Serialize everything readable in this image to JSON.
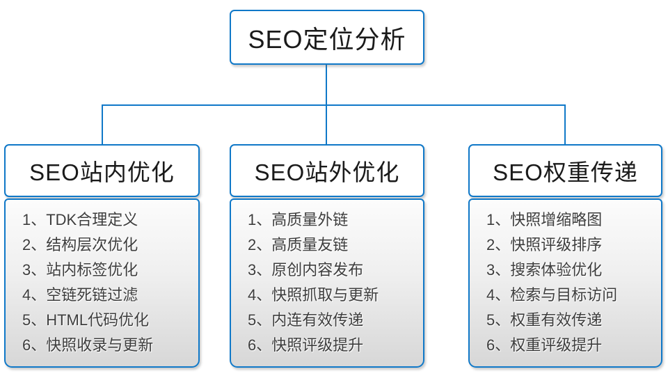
{
  "colors": {
    "accent": "#0f78c8",
    "connector": "#0f78c8",
    "heading_text": "#1a1a1a",
    "item_text": "#3d3d3d"
  },
  "root": {
    "title": "SEO定位分析"
  },
  "columns": [
    {
      "title": "SEO站内优化",
      "items": [
        "1、TDK合理定义",
        "2、结构层次优化",
        "3、站内标签优化",
        "4、空链死链过滤",
        "5、HTML代码优化",
        "6、快照收录与更新"
      ]
    },
    {
      "title": "SEO站外优化",
      "items": [
        "1、高质量外链",
        "2、高质量友链",
        "3、原创内容发布",
        "4、快照抓取与更新",
        "5、内连有效传递",
        "6、快照评级提升"
      ]
    },
    {
      "title": "SEO权重传递",
      "items": [
        "1、快照增缩略图",
        "2、快照评级排序",
        "3、搜索体验优化",
        "4、检索与目标访问",
        "5、权重有效传递",
        "6、权重评级提升"
      ]
    }
  ]
}
